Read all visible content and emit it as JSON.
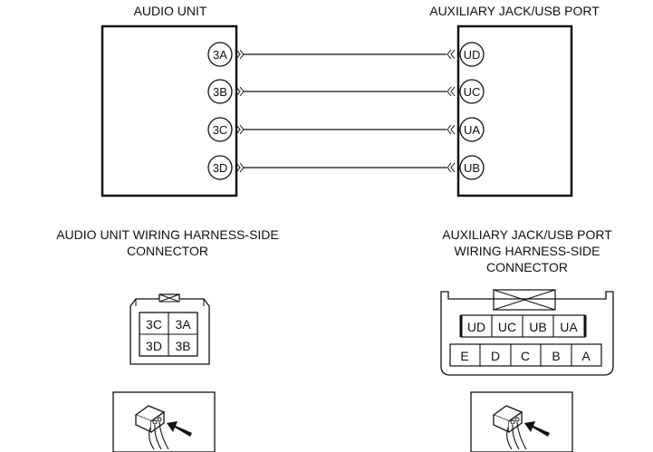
{
  "audio_unit": {
    "title": "AUDIO UNIT",
    "pins": [
      "3A",
      "3B",
      "3C",
      "3D"
    ]
  },
  "aux_unit": {
    "title": "AUXILIARY JACK/USB PORT",
    "pins": [
      "UD",
      "UC",
      "UA",
      "UB"
    ]
  },
  "audio_connector": {
    "caption_line1": "AUDIO UNIT WIRING HARNESS-SIDE",
    "caption_line2": "CONNECTOR",
    "cells": [
      "3C",
      "3A",
      "3D",
      "3B"
    ]
  },
  "aux_connector": {
    "caption_line1": "AUXILIARY JACK/USB PORT",
    "caption_line2": "WIRING HARNESS-SIDE",
    "caption_line3": "CONNECTOR",
    "top_cells": [
      "UD",
      "UC",
      "UB",
      "UA"
    ],
    "bottom_cells": [
      "E",
      "D",
      "C",
      "B",
      "A"
    ]
  }
}
